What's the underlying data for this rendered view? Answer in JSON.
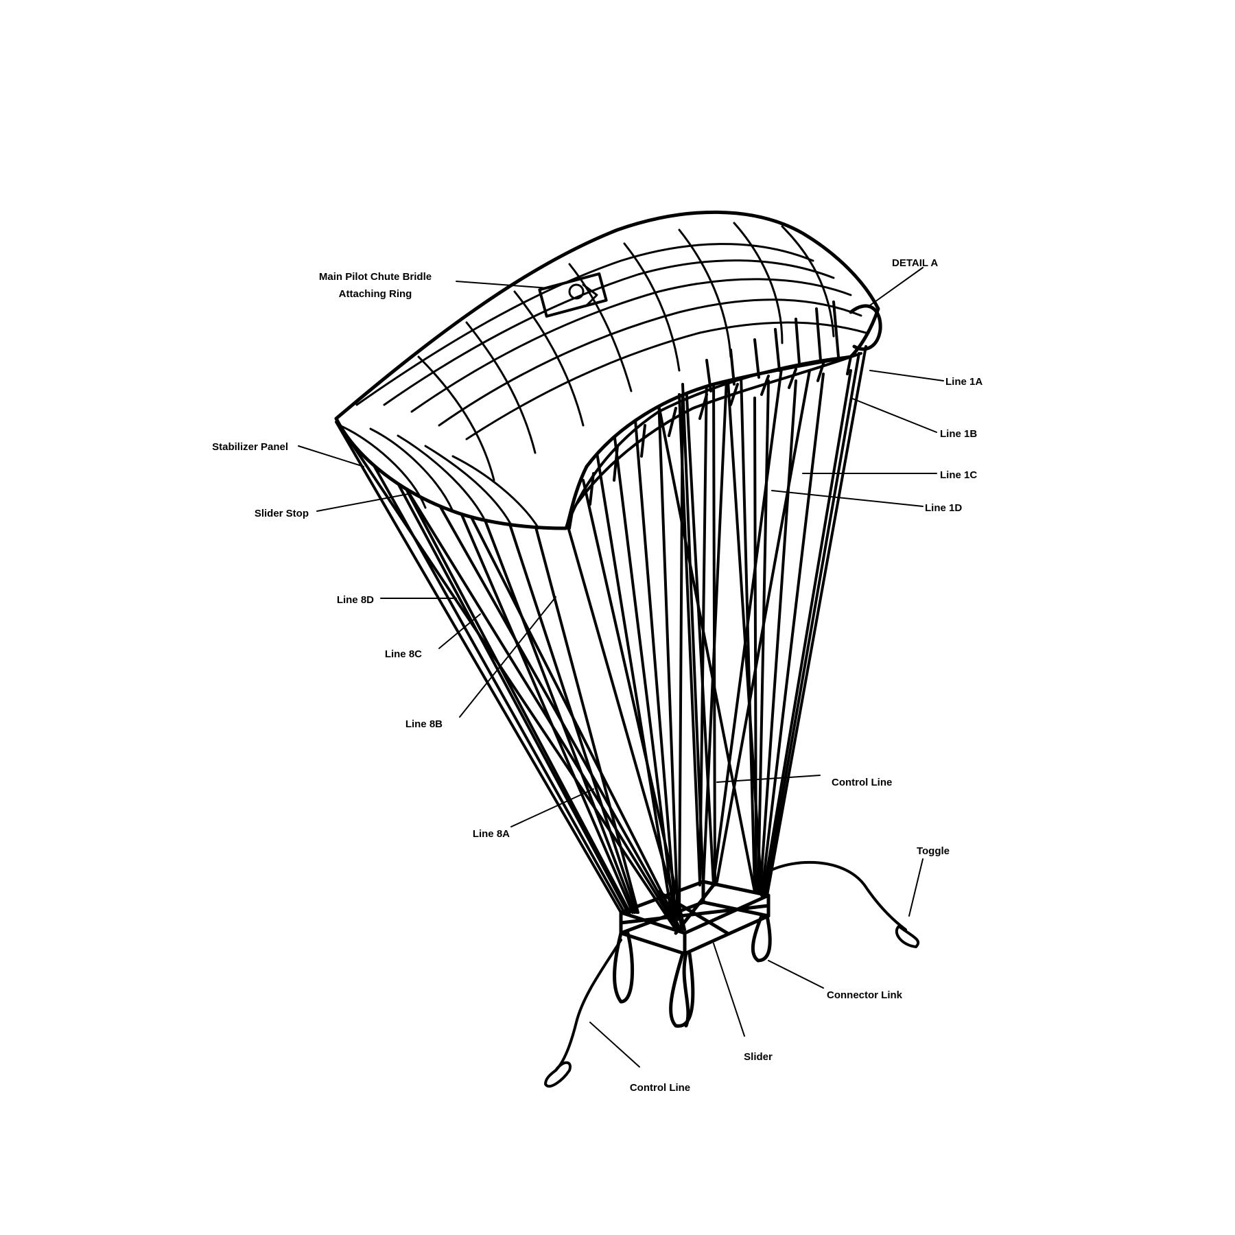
{
  "diagram": {
    "labels": {
      "main_pilot_line1": "Main Pilot Chute Bridle",
      "main_pilot_line2": "Attaching Ring",
      "detail_a": "DETAIL A",
      "line_1a": "Line 1A",
      "line_1b": "Line 1B",
      "line_1c": "Line 1C",
      "line_1d": "Line 1D",
      "stabilizer_panel": "Stabilizer Panel",
      "slider_stop": "Slider Stop",
      "line_8d": "Line 8D",
      "line_8c": "Line 8C",
      "line_8b": "Line 8B",
      "line_8a": "Line 8A",
      "control_line_right": "Control Line",
      "toggle": "Toggle",
      "connector_link": "Connector Link",
      "slider": "Slider",
      "control_line_bottom": "Control Line"
    },
    "colors": {
      "ink": "#000000",
      "background": "#ffffff"
    }
  }
}
